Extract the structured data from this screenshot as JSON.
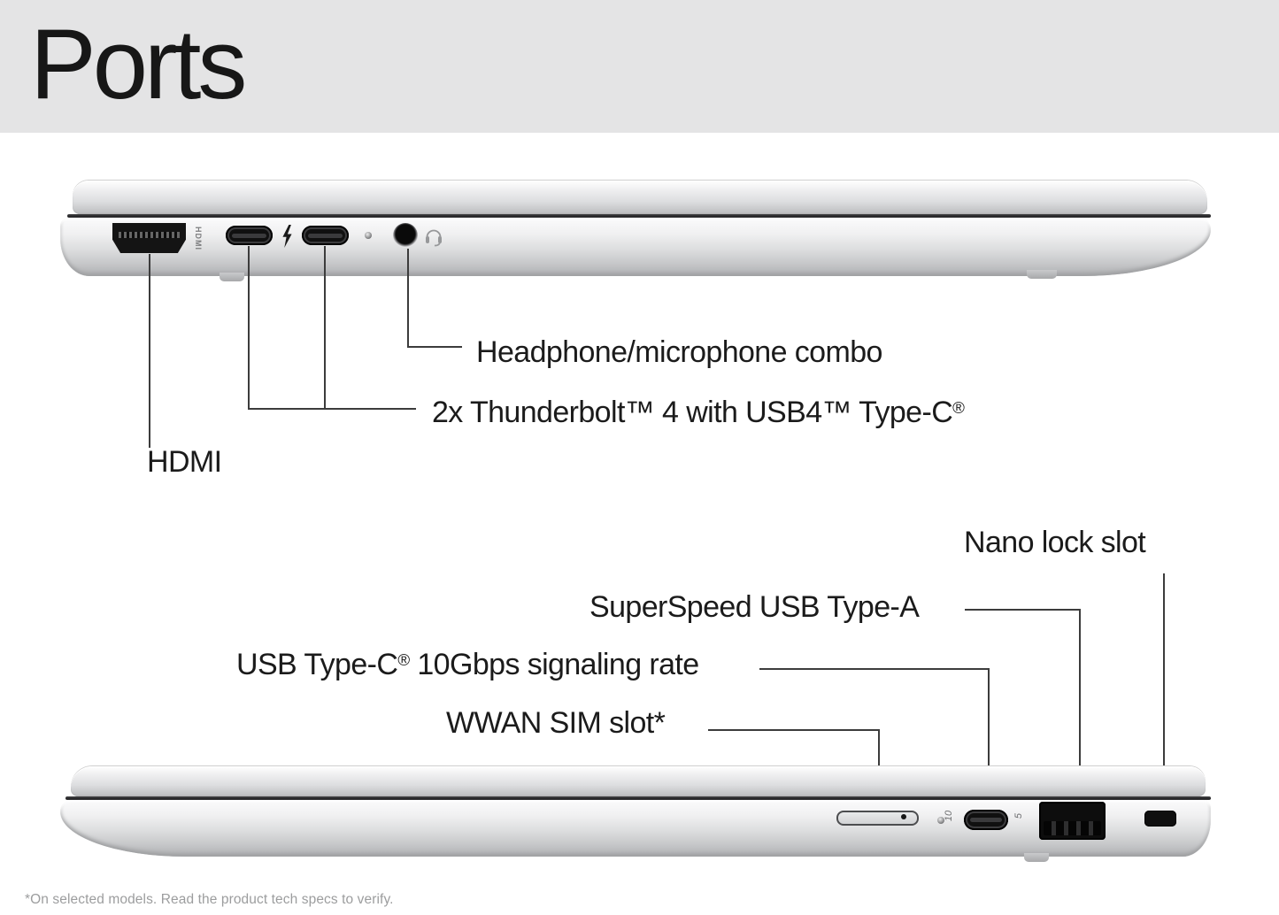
{
  "header": {
    "title": "Ports"
  },
  "colors": {
    "band_bg": "#e4e4e5",
    "label_text": "#1b1b1b",
    "callout_line": "#3c3c3c",
    "footnote_text": "#9c9d9e",
    "chassis_silver": "#d6d7d9",
    "port_black": "#111111"
  },
  "top_view": {
    "side": "left side of laptop",
    "chassis_print": "HDMI",
    "icons": {
      "thunderbolt": "thunderbolt-lightning-glyph",
      "headset": "headphone-with-mic-glyph"
    },
    "labels": {
      "headphone": "Headphone/microphone combo",
      "thunderbolt_parts": [
        {
          "t": "2x Thunderbolt™ 4 with USB4™ Type-C"
        },
        {
          "t": "®",
          "sup": true
        }
      ],
      "hdmi": "HDMI"
    }
  },
  "bottom_view": {
    "side": "right side of laptop",
    "speed_marks": {
      "usb_c": "10",
      "usb_a": "5"
    },
    "labels": {
      "nano_lock": "Nano lock slot",
      "superspeed": "SuperSpeed USB Type-A",
      "usb_c_parts": [
        {
          "t": "USB Type-C"
        },
        {
          "t": "®",
          "sup": true
        },
        {
          "t": " 10Gbps signaling rate"
        }
      ],
      "wwan": "WWAN SIM slot*"
    }
  },
  "footer": {
    "note": "*On selected models. Read the product tech specs to verify."
  }
}
